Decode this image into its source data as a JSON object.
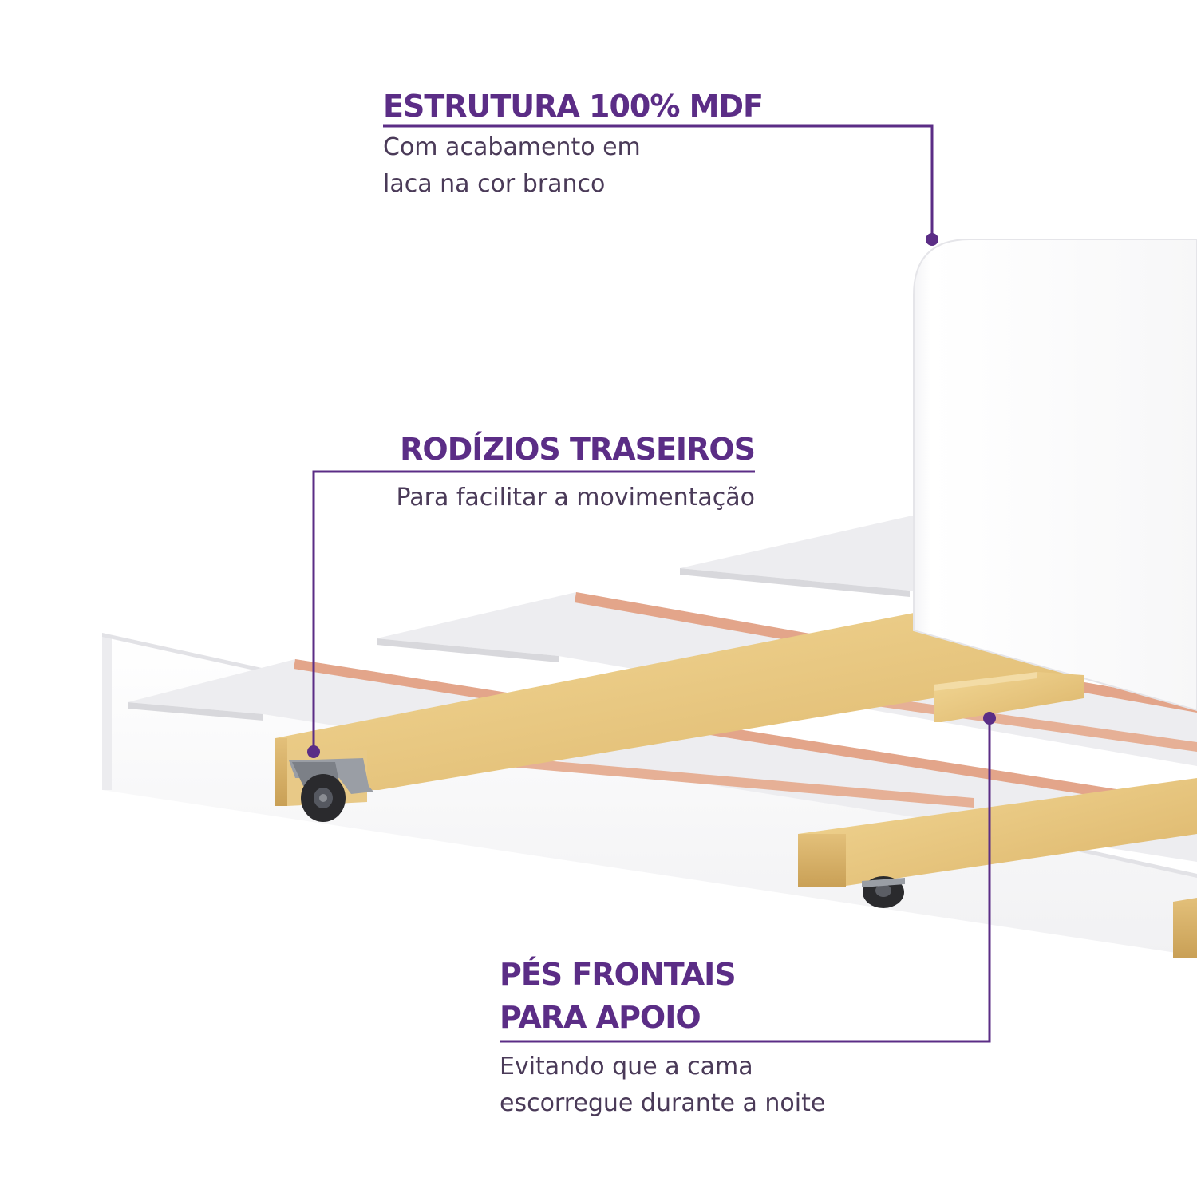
{
  "accent_color": "#5b2d86",
  "callouts": {
    "structure": {
      "title": "ESTRUTURA 100% MDF",
      "desc_line1": "Com acabamento em",
      "desc_line2": "laca na cor branco"
    },
    "casters": {
      "title": "RODÍZIOS TRASEIROS",
      "desc": "Para facilitar a movimentação"
    },
    "front_feet": {
      "title_line1": "PÉS FRONTAIS",
      "title_line2": "PARA APOIO",
      "desc_line1": "Evitando que a cama",
      "desc_line2": "escorregue durante a noite"
    }
  }
}
